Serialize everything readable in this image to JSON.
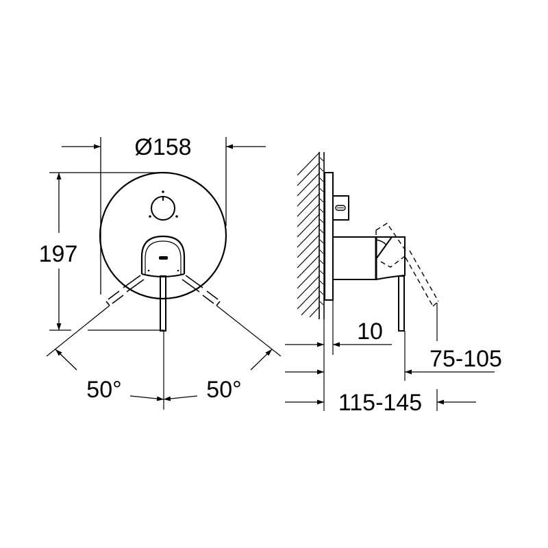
{
  "drawing": {
    "type": "technical-dimension-drawing",
    "line_color": "#000000",
    "background": "#ffffff",
    "front_view": {
      "diameter_label": "Ø158",
      "height_label": "197",
      "angle_left_label": "50°",
      "angle_right_label": "50°"
    },
    "side_view": {
      "offset_label": "10",
      "projection_label": "75-105",
      "depth_label": "115-145"
    }
  }
}
